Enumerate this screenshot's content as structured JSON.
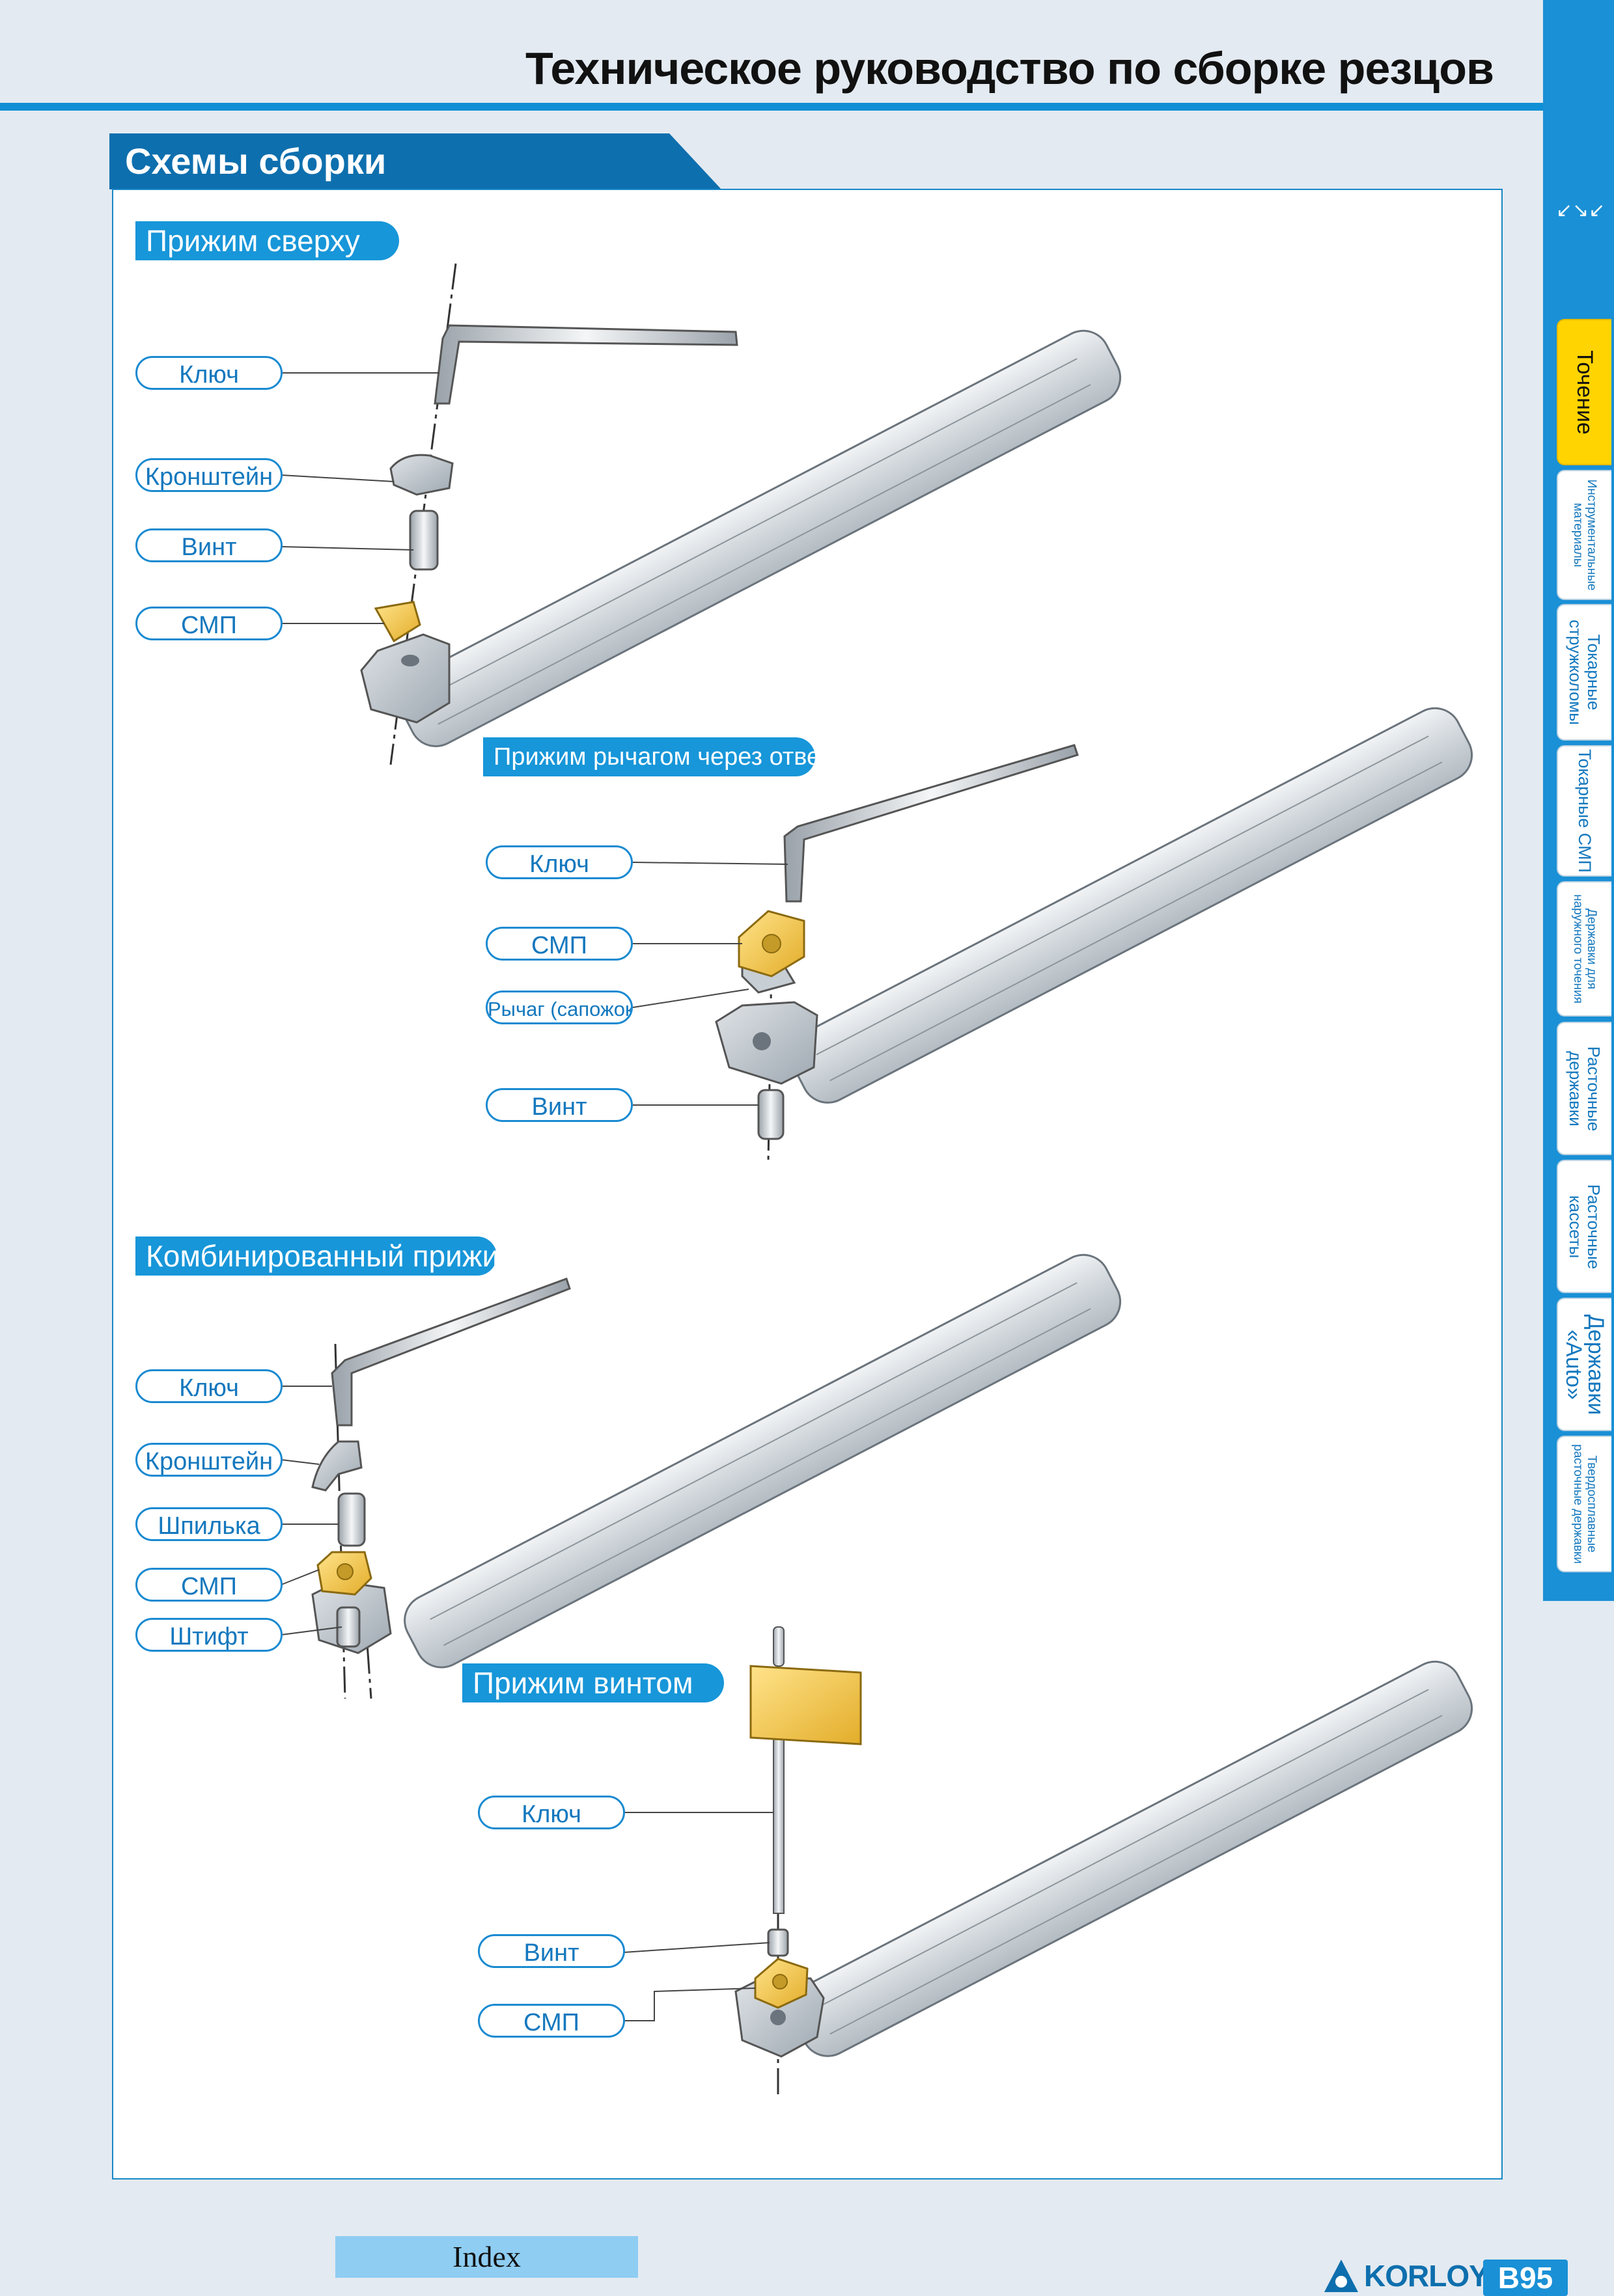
{
  "header": {
    "title": "Техническое руководство по сборке резцов"
  },
  "section": {
    "title": "Схемы сборки"
  },
  "diagrams": {
    "top_clamp": {
      "title": "Прижим сверху",
      "labels": [
        "Ключ",
        "Кронштейн",
        "Винт",
        "СМП"
      ]
    },
    "lever_clamp": {
      "title": "Прижим рычагом через отверстие",
      "labels": [
        "Ключ",
        "СМП",
        "Рычаг (сапожок)",
        "Винт"
      ]
    },
    "combo_clamp": {
      "title": "Комбинированный прижим",
      "labels": [
        "Ключ",
        "Кронштейн",
        "Шпилька",
        "СМП",
        "Штифт"
      ]
    },
    "screw_clamp": {
      "title": "Прижим винтом",
      "labels": [
        "Ключ",
        "Винт",
        "СМП"
      ]
    }
  },
  "sidebar": {
    "arrows_glyph": "↙↘↙",
    "tabs": [
      "Точение",
      "Инструментальные\nматериалы",
      "Токарные\nстружколомы",
      "Токарные СМП",
      "Державки для\nнаружного точения",
      "Расточные\nдержавки",
      "Расточные\nкассеты",
      "Державки\n«Auto»",
      "Твердосплавные\nрасточные державки"
    ]
  },
  "footer": {
    "index_label": "Index",
    "brand": "KORLOY",
    "page_number": "B95"
  },
  "colors": {
    "accent": "#1a90d6",
    "dark_blue": "#0e6fae",
    "insert_yellow": "#f3c94a",
    "active_tab": "#ffd400"
  }
}
